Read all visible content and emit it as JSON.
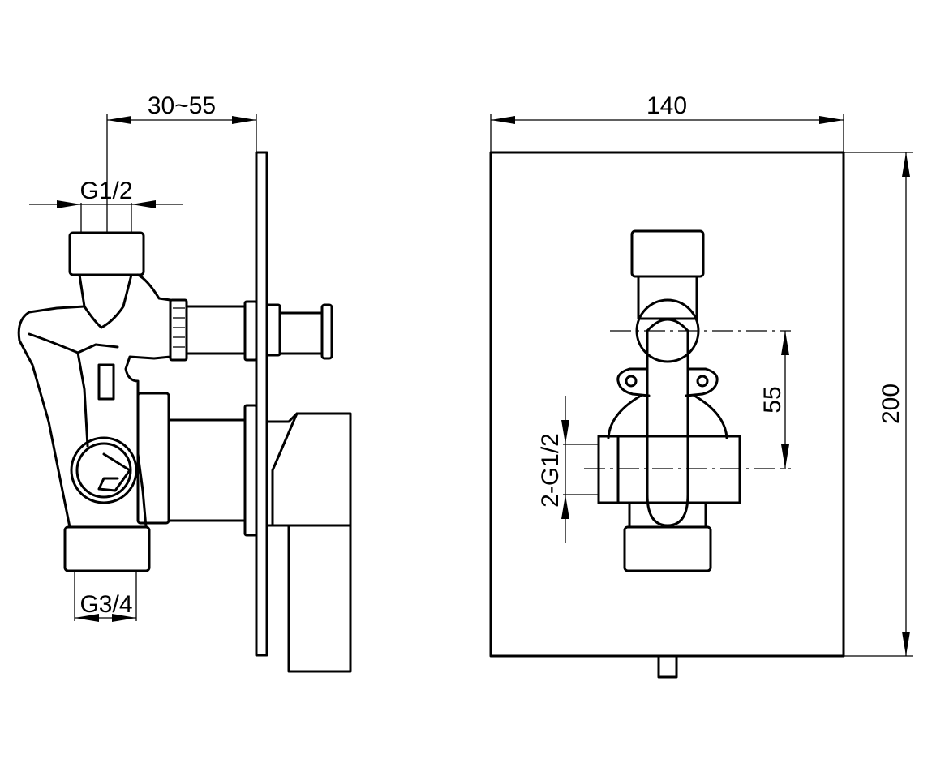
{
  "side_view": {
    "dim_depth": "30~55",
    "dim_top_thread": "G1/2",
    "dim_bottom_thread": "G3/4"
  },
  "front_view": {
    "dim_width": "140",
    "dim_height": "200",
    "dim_outlet_spacing": "55",
    "dim_outlet_thread": "2-G1/2"
  }
}
